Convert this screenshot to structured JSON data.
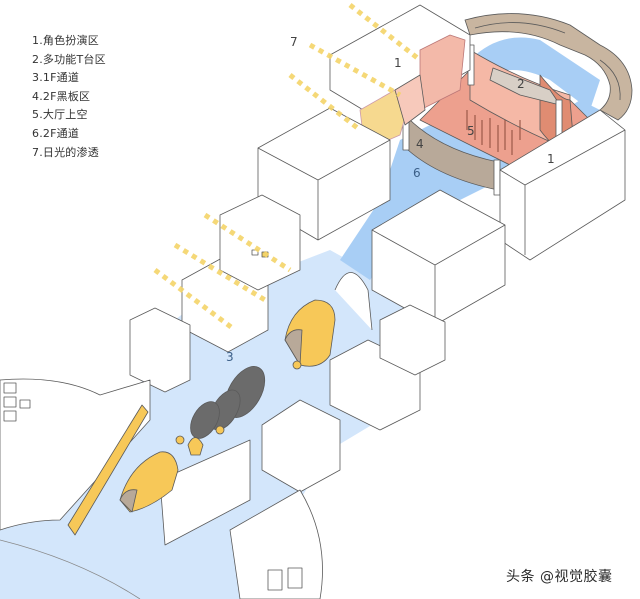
{
  "legend": {
    "items": [
      {
        "num": "1",
        "label": "1.角色扮演区"
      },
      {
        "num": "2",
        "label": "2.多功能T台区"
      },
      {
        "num": "3",
        "label": "3.1F通道"
      },
      {
        "num": "4",
        "label": "4.2F黑板区"
      },
      {
        "num": "5",
        "label": "5.大厅上空"
      },
      {
        "num": "6",
        "label": "6.2F通道"
      },
      {
        "num": "7",
        "label": "7.日光的渗透"
      }
    ]
  },
  "zone_labels": {
    "z7": "7",
    "z1_left": "1",
    "z2": "2",
    "z5": "5",
    "z4": "4",
    "z6": "6",
    "z1_right": "1",
    "z3": "3"
  },
  "watermark": "头条 @视觉胶囊",
  "colors": {
    "corridor_1f": "#d3e6fb",
    "corridor_2f": "#a8cef5",
    "sunlight": "#f4d469",
    "yellow_object": "#f7c858",
    "pink_wall": "#f2a895",
    "salmon_floor": "#eda08e",
    "taupe_wall": "#b8a999",
    "dark_disc": "#6b6b6b",
    "outline": "#555555"
  }
}
